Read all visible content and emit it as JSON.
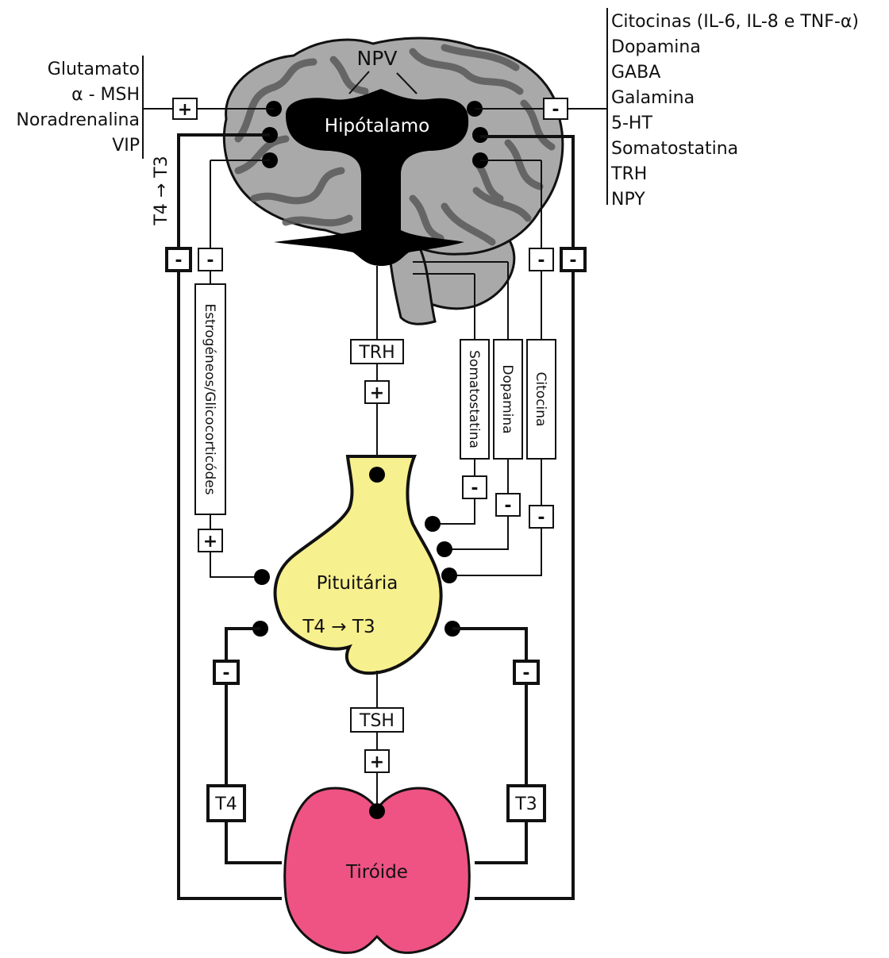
{
  "colors": {
    "brain_fill": "#a9a9a9",
    "brain_gyri": "#5a5a5a",
    "hypothalamus_fill": "#000000",
    "pituitary_fill": "#f7f08e",
    "thyroid_fill": "#ee5384",
    "line": "#111111"
  },
  "labels": {
    "npv": "NPV",
    "hypothalamus": "Hipótalamo",
    "pituitary": "Pituitária",
    "pituitary_conversion": "T4 → T3",
    "thyroid": "Tiróide",
    "left_conversion": "T4 → T3",
    "trh": "TRH",
    "tsh": "TSH",
    "t4": "T4",
    "t3": "T3",
    "estrogens": "Estrogéneos/Glicocorticódes",
    "somatostatin": "Somatostatina",
    "dopamine": "Dopamina",
    "cytokine": "Citocina"
  },
  "signs": {
    "plus": "+",
    "minus": "-"
  },
  "stimulators": [
    "Glutamato",
    "α - MSH",
    "Noradrenalina",
    "VIP"
  ],
  "inhibitors": [
    "Citocinas (IL-6, IL-8 e TNF-α)",
    "Dopamina",
    "GABA",
    "Galamina",
    "5-HT",
    "Somatostatina",
    "TRH",
    "NPY"
  ]
}
